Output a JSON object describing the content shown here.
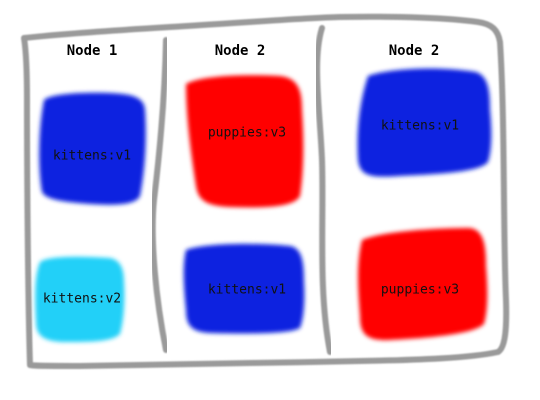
{
  "colors": {
    "frame": "#9a9a9a",
    "kittens_v1": "#0a22e0",
    "kittens_v2": "#22d0f8",
    "puppies_v3": "#ff0000"
  },
  "nodes": [
    {
      "title": "Node 1",
      "pods": [
        {
          "label": "kittens:v1",
          "color_key": "kittens_v1"
        },
        {
          "label": "kittens:v2",
          "color_key": "kittens_v2"
        }
      ]
    },
    {
      "title": "Node 2",
      "pods": [
        {
          "label": "puppies:v3",
          "color_key": "puppies_v3"
        },
        {
          "label": "kittens:v1",
          "color_key": "kittens_v1"
        }
      ]
    },
    {
      "title": "Node 2",
      "pods": [
        {
          "label": "kittens:v1",
          "color_key": "kittens_v1"
        },
        {
          "label": "puppies:v3",
          "color_key": "puppies_v3"
        }
      ]
    }
  ]
}
